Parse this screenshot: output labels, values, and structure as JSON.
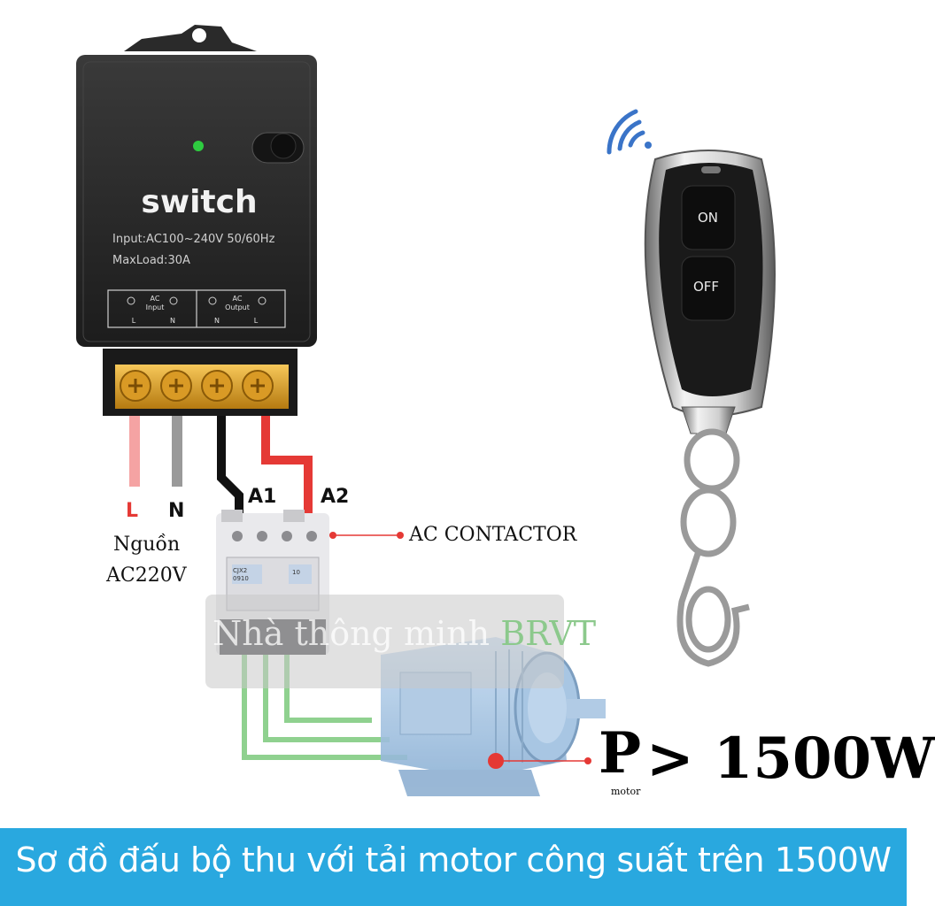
{
  "receiver": {
    "title": "switch",
    "input_spec": "Input:AC100~240V 50/60Hz",
    "load_spec": "MaxLoad:30A",
    "terminal_groups": [
      {
        "name": "AC",
        "label": "Input",
        "pins": [
          "L",
          "N"
        ]
      },
      {
        "name": "AC",
        "label": "Output",
        "pins": [
          "N",
          "L"
        ]
      }
    ]
  },
  "wires": {
    "live": "L",
    "neutral": "N",
    "coil_a1": "A1",
    "coil_a2": "A2"
  },
  "source_label": {
    "line1": "Nguồn",
    "line2": "AC220V"
  },
  "contactor": {
    "label": "AC CONTACTOR",
    "model": "CJX2 0910",
    "rating": "10"
  },
  "remote": {
    "on_label": "ON",
    "off_label": "OFF"
  },
  "watermark": {
    "text": "Nhà thông minh",
    "brand": "BRVT"
  },
  "power": {
    "symbol": "P",
    "subscript": "motor",
    "value": "> 1500W"
  },
  "banner": {
    "text": "Sơ đồ đấu bộ thu với tải motor công suất trên 1500W"
  },
  "colors": {
    "banner": "#29a8df",
    "wire_live": "#e53935",
    "wire_neutral": "#111111",
    "motor_wire": "#8fd18f",
    "pointer": "#e53935"
  }
}
